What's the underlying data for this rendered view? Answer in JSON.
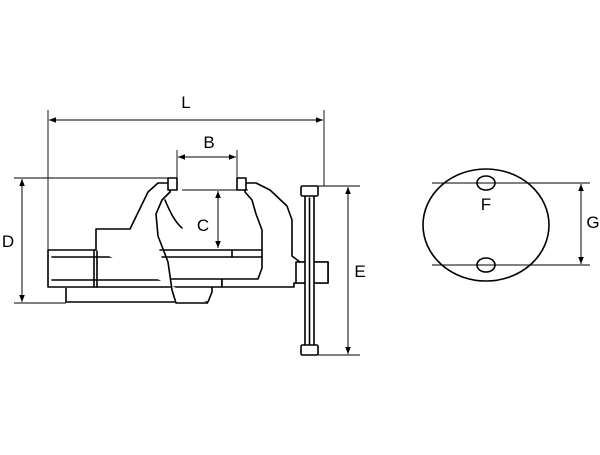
{
  "labels": {
    "L": "L",
    "B": "B",
    "C": "C",
    "D": "D",
    "E": "E",
    "F": "F",
    "G": "G"
  }
}
